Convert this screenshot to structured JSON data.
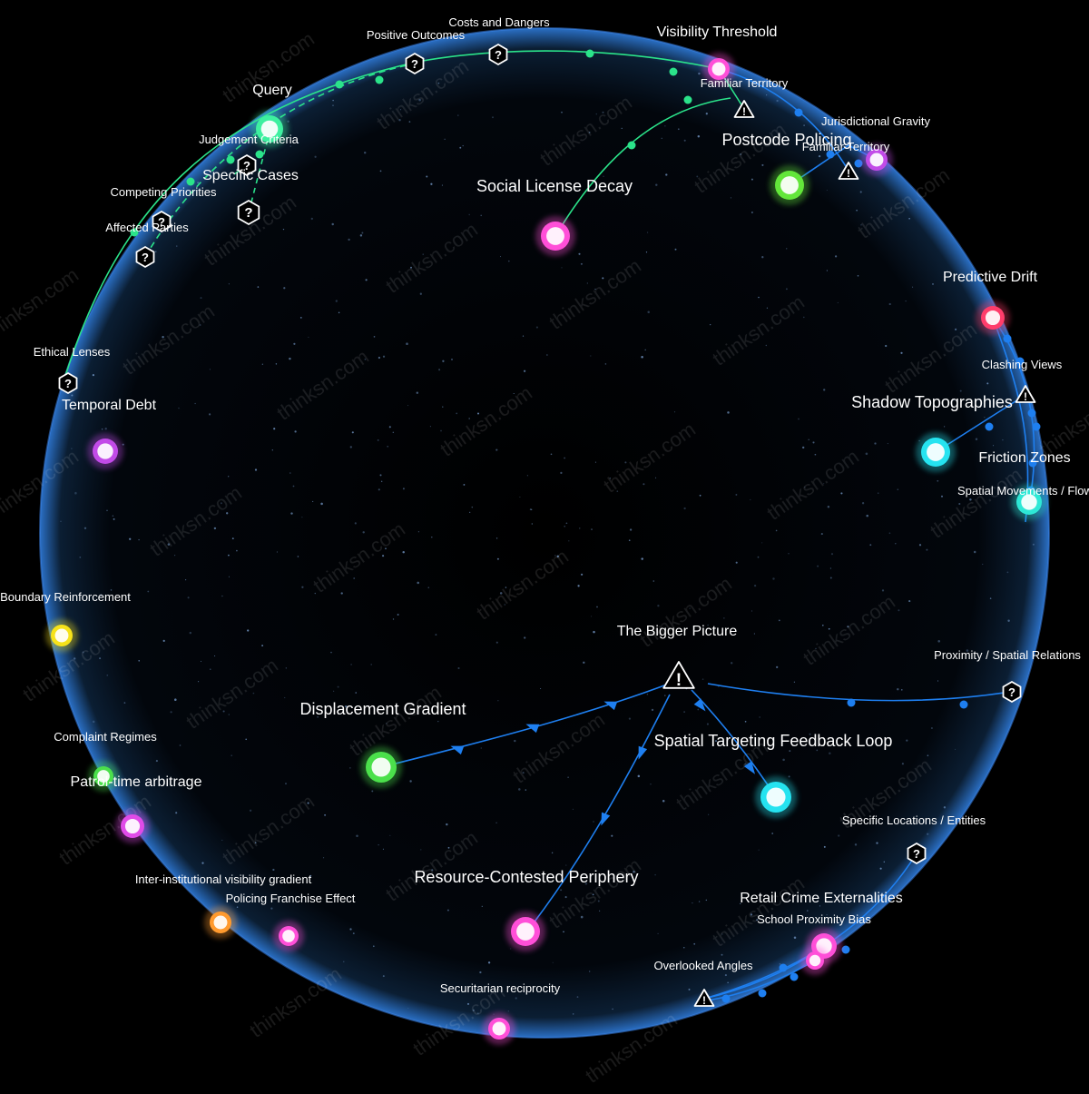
{
  "watermark": "thinksn.com",
  "colors": {
    "background": "#000000",
    "sphere_edge": "#3f86ff",
    "green_link": "#2be38a",
    "blue_link": "#1e7ff0"
  },
  "nodes": [
    {
      "id": "query",
      "label": "Query",
      "color": "#3ef0a0",
      "kind": "circle"
    },
    {
      "id": "visibility-threshold",
      "label": "Visibility Threshold",
      "color": "#ff4fd8",
      "kind": "circle"
    },
    {
      "id": "social-license-decay",
      "label": "Social License Decay",
      "color": "#ff4fd8",
      "kind": "circle"
    },
    {
      "id": "postcode-policing",
      "label": "Postcode Policing",
      "color": "#63e63a",
      "kind": "circle"
    },
    {
      "id": "familiar-territory-2",
      "label": "Familiar Territory",
      "color": "#c24be8",
      "kind": "circle"
    },
    {
      "id": "predictive-drift",
      "label": "Predictive Drift",
      "color": "#ff3d6b",
      "kind": "circle"
    },
    {
      "id": "shadow-topographies",
      "label": "Shadow Topographies",
      "color": "#25e3f0",
      "kind": "circle"
    },
    {
      "id": "friction-zones",
      "label": "Friction Zones",
      "color": "#2ee8d6",
      "kind": "circle"
    },
    {
      "id": "temporal-debt",
      "label": "Temporal Debt",
      "color": "#c24be8",
      "kind": "circle"
    },
    {
      "id": "boundary-reinforcement",
      "label": "Boundary Reinforcement",
      "color": "#f6e21a",
      "kind": "circle"
    },
    {
      "id": "displacement-gradient",
      "label": "Displacement Gradient",
      "color": "#4be04b",
      "kind": "circle"
    },
    {
      "id": "spatial-targeting-feedback-loop",
      "label": "Spatial Targeting Feedback Loop",
      "color": "#25e3f0",
      "kind": "circle"
    },
    {
      "id": "complaint-regimes",
      "label": "Complaint Regimes",
      "color": "#4be04b",
      "kind": "circle"
    },
    {
      "id": "patrol-time-arbitrage",
      "label": "Patrol-time arbitrage",
      "color": "#e04be8",
      "kind": "circle"
    },
    {
      "id": "inter-institutional-visibility-gradient",
      "label": "Inter-institutional visibility gradient",
      "color": "#ff9a2e",
      "kind": "circle"
    },
    {
      "id": "policing-franchise-effect",
      "label": "Policing Franchise Effect",
      "color": "#ff4fd8",
      "kind": "circle"
    },
    {
      "id": "resource-contested-periphery",
      "label": "Resource-Contested Periphery",
      "color": "#ff4fd8",
      "kind": "circle"
    },
    {
      "id": "retail-crime-externalities",
      "label": "Retail Crime Externalities",
      "color": "#ff4fd8",
      "kind": "circle"
    },
    {
      "id": "school-proximity-bias",
      "label": "School Proximity Bias",
      "color": "#ff4fd8",
      "kind": "circle"
    },
    {
      "id": "securitarian-reciprocity",
      "label": "Securitarian reciprocity",
      "color": "#ff4fd8",
      "kind": "circle"
    },
    {
      "id": "spatial-movements-flows",
      "label": "Spatial Movements / Flows",
      "color": "#2ee8d6",
      "kind": "circle"
    }
  ],
  "markers": [
    {
      "id": "positive-outcomes",
      "label": "Positive Outcomes",
      "kind": "question"
    },
    {
      "id": "costs-and-dangers",
      "label": "Costs and Dangers",
      "kind": "question"
    },
    {
      "id": "judgement-criteria",
      "label": "Judgement Criteria",
      "kind": "question"
    },
    {
      "id": "specific-cases",
      "label": "Specific Cases",
      "kind": "question"
    },
    {
      "id": "competing-priorities",
      "label": "Competing Priorities",
      "kind": "question"
    },
    {
      "id": "affected-parties",
      "label": "Affected Parties",
      "kind": "question"
    },
    {
      "id": "ethical-lenses",
      "label": "Ethical Lenses",
      "kind": "question"
    },
    {
      "id": "familiar-territory",
      "label": "Familiar Territory",
      "kind": "warning"
    },
    {
      "id": "jurisdictional-gravity",
      "label": "Jurisdictional Gravity",
      "kind": "warning"
    },
    {
      "id": "clashing-views",
      "label": "Clashing Views",
      "kind": "warning"
    },
    {
      "id": "the-bigger-picture",
      "label": "The Bigger Picture",
      "kind": "warning"
    },
    {
      "id": "proximity-spatial-relations",
      "label": "Proximity / Spatial Relations",
      "kind": "question"
    },
    {
      "id": "specific-locations-entities",
      "label": "Specific Locations / Entities",
      "kind": "question"
    },
    {
      "id": "overlooked-angles",
      "label": "Overlooked Angles",
      "kind": "warning"
    }
  ]
}
